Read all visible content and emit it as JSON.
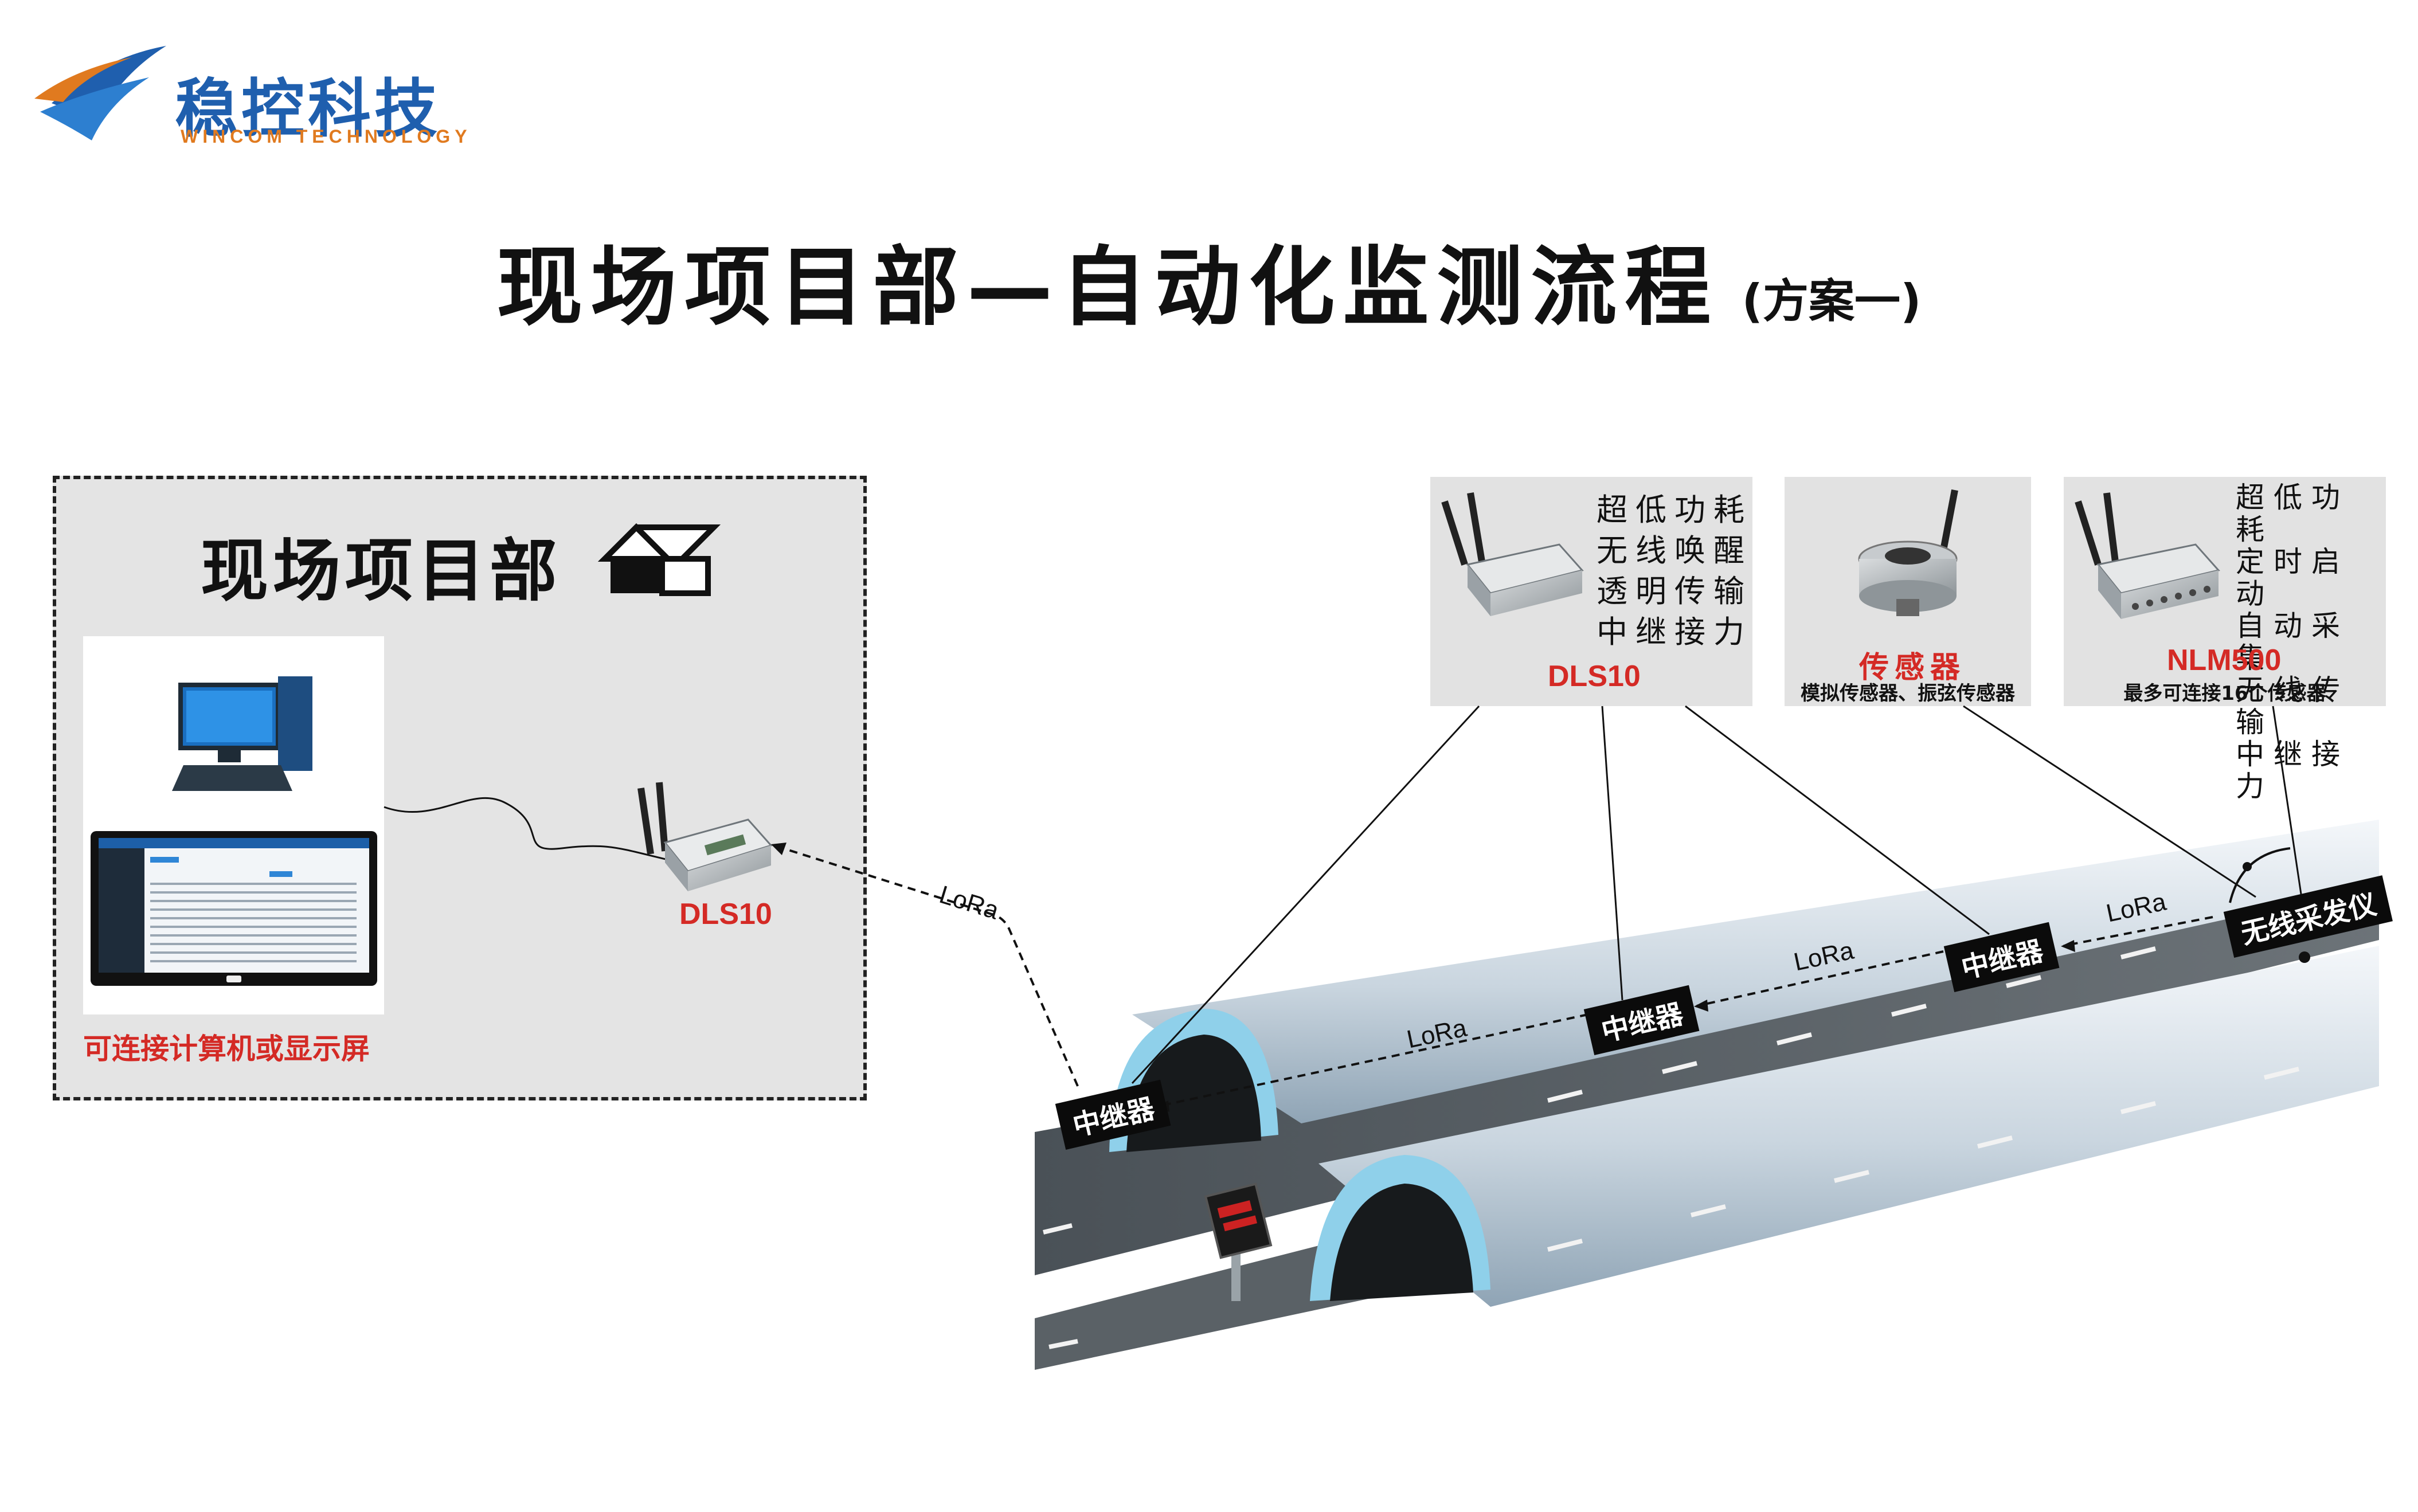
{
  "logo": {
    "name_cn": "稳控科技",
    "name_en": "WINCOM TECHNOLOGY"
  },
  "title": {
    "main": "现场项目部—自动化监测流程",
    "sub": "(方案一)"
  },
  "office": {
    "title": "现场项目部",
    "computer_caption": "可连接计算机或显示屏",
    "device_label": "DLS10"
  },
  "cards": {
    "dls10": {
      "features": [
        "超低功耗",
        "无线唤醒",
        "透明传输",
        "中继接力"
      ],
      "name": "DLS10"
    },
    "sensor": {
      "name": "传感器",
      "subtitle": "模拟传感器、振弦传感器"
    },
    "nlm500": {
      "features": [
        "超低功耗",
        "定时启动",
        "自动采集",
        "无线传输",
        "中继接力"
      ],
      "name": "NLM500",
      "subtitle": "最多可连接16个传感器"
    }
  },
  "tags": {
    "relay": "中继器",
    "wireless": "无线采发仪"
  },
  "lora": "LoRa",
  "colors": {
    "accent_red": "#d42a25",
    "brand_blue": "#1f5fae",
    "brand_orange": "#e07a1f"
  }
}
